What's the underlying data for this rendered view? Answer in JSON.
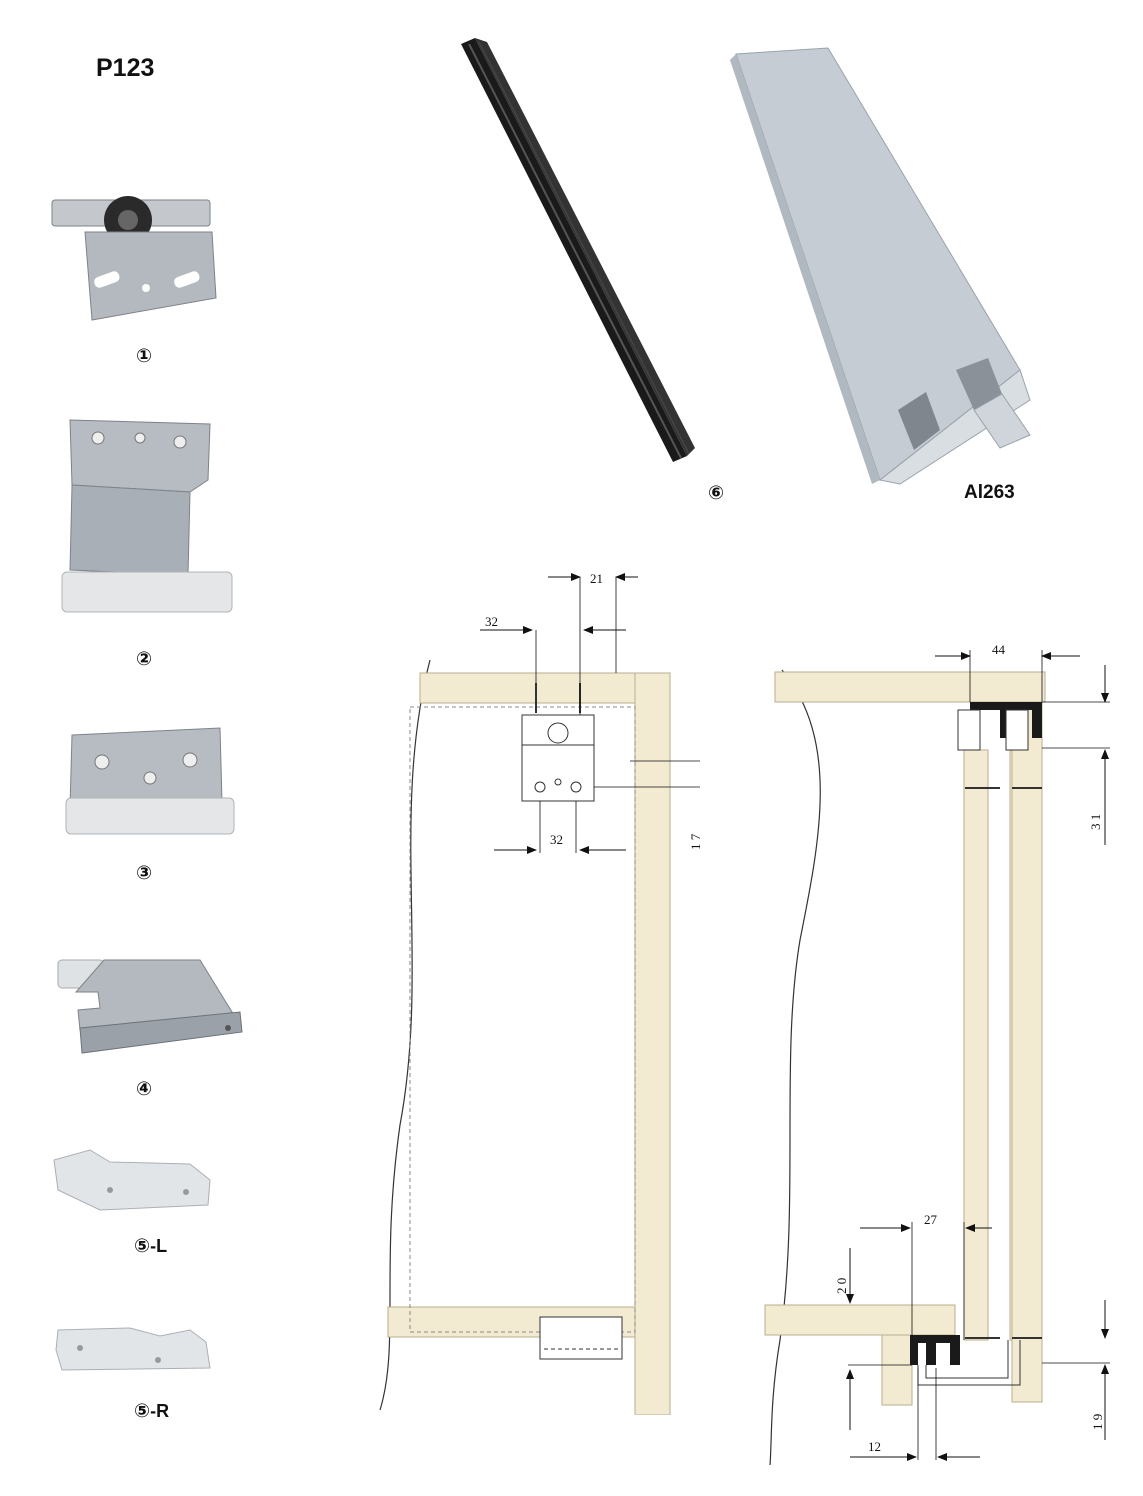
{
  "title": "P123",
  "parts": [
    {
      "number": "①",
      "suffix": ""
    },
    {
      "number": "②",
      "suffix": ""
    },
    {
      "number": "③",
      "suffix": ""
    },
    {
      "number": "④",
      "suffix": ""
    },
    {
      "number": "⑤",
      "suffix": "-L"
    },
    {
      "number": "⑤",
      "suffix": "-R"
    },
    {
      "number": "⑥",
      "suffix": ""
    }
  ],
  "profile_label": "Al263",
  "dimensions_front": {
    "d21": "21",
    "d32_top": "32",
    "d32_bottom": "32",
    "d17": "1 7"
  },
  "dimensions_section": {
    "d44": "44",
    "d31": "3 1",
    "d27": "27",
    "d20": "2 0",
    "d12": "12",
    "d19": "1 9"
  },
  "colors": {
    "panel": "#f3ead2",
    "panel_stroke": "#b9ad8e",
    "metal": "#b9bec4",
    "rail_black": "#1a1a1a",
    "profile_grey": "#c9cfd6"
  }
}
